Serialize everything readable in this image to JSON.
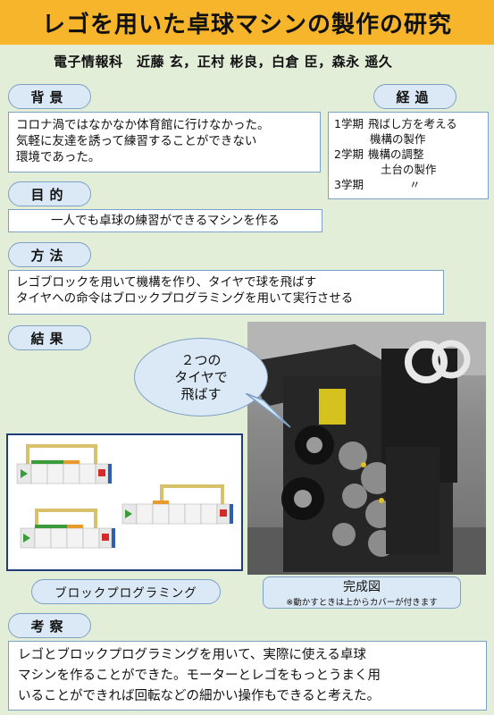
{
  "header": {
    "title": "レゴを用いた卓球マシンの製作の研究",
    "authors": "電子情報科　近藤 玄，正村 彬良，白倉 臣，森永 遥久"
  },
  "sections": {
    "background": {
      "heading": "背景",
      "lines": [
        "コロナ渦ではなかなか体育館に行けなかった。",
        "気軽に友達を誘って練習することができない",
        "環境であった。"
      ]
    },
    "progress": {
      "heading": "経過",
      "rows": [
        {
          "term": "1学期",
          "text": "飛ばし方を考える"
        },
        {
          "term": "",
          "text": "機構の製作"
        },
        {
          "term": "2学期",
          "text": "機構の調整"
        },
        {
          "term": "",
          "text": "土台の製作"
        },
        {
          "term": "3学期",
          "text": "〃"
        }
      ]
    },
    "purpose": {
      "heading": "目的",
      "text": "一人でも卓球の練習ができるマシンを作る"
    },
    "method": {
      "heading": "方法",
      "lines": [
        "レゴブロックを用いて機構を作り、タイヤで球を飛ばす",
        "タイヤへの命令はブロックプログラミングを用いて実行させる"
      ]
    },
    "results": {
      "heading": "結果",
      "bubble_lines": [
        "２つの",
        "タイヤで",
        "飛ばす"
      ],
      "program_caption": "ブロックプログラミング",
      "photo_caption": "完成図",
      "photo_note": "※動かすときは上からカバーが付きます"
    },
    "discussion": {
      "heading": "考察",
      "lines": [
        "レゴとブロックプログラミングを用いて、実際に使える卓球",
        "マシンを作ることができた。モーターとレゴをもっとうまく用",
        "いることができれば回転などの細かい操作もできると考えた。"
      ]
    }
  },
  "colors": {
    "title_bar": "#f6b52a",
    "background": "#e3eed9",
    "pill_fill": "#dbe9f6",
    "pill_border": "#7ea0c5"
  }
}
